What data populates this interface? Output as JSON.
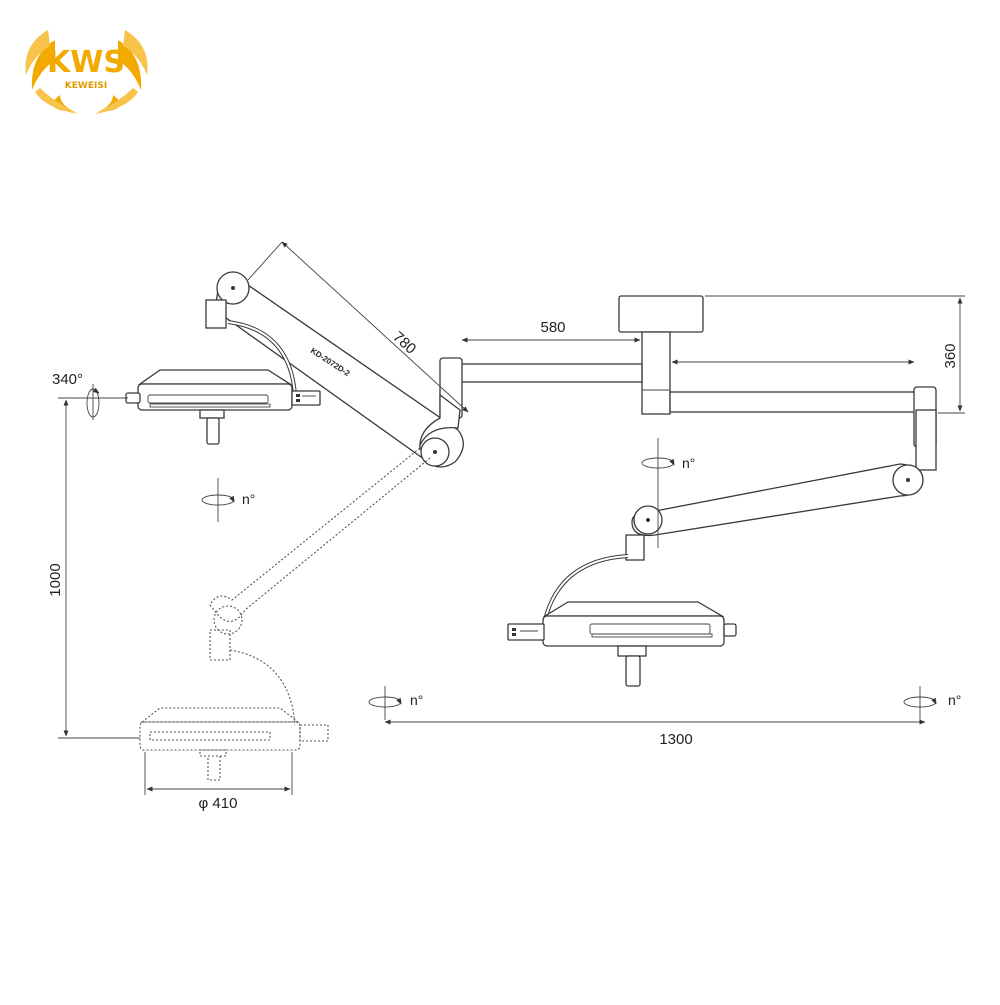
{
  "brand": {
    "logo_letters": "KWS",
    "logo_subtitle": "KEWEISI",
    "colors": {
      "gold": "#f2a900",
      "gold_light": "#f7c34a",
      "line": "#3a3a3a"
    }
  },
  "model_label": "KD-2072D-2",
  "dimensions": {
    "arm_length": "780",
    "extension_arm": "580",
    "ceiling_drop": "360",
    "vertical_travel": "1000",
    "horizontal_span": "1300",
    "lamp_diameter": "φ 410"
  },
  "rotation_labels": {
    "lamp_tilt": "340°",
    "rot_left_arm": "n°",
    "rot_right_column": "n°",
    "rot_bottom_left": "n°",
    "rot_bottom_right": "n°"
  },
  "icons": [
    "rotation-arrow-icon",
    "dimension-arrow-icon",
    "control-panel-icon"
  ]
}
